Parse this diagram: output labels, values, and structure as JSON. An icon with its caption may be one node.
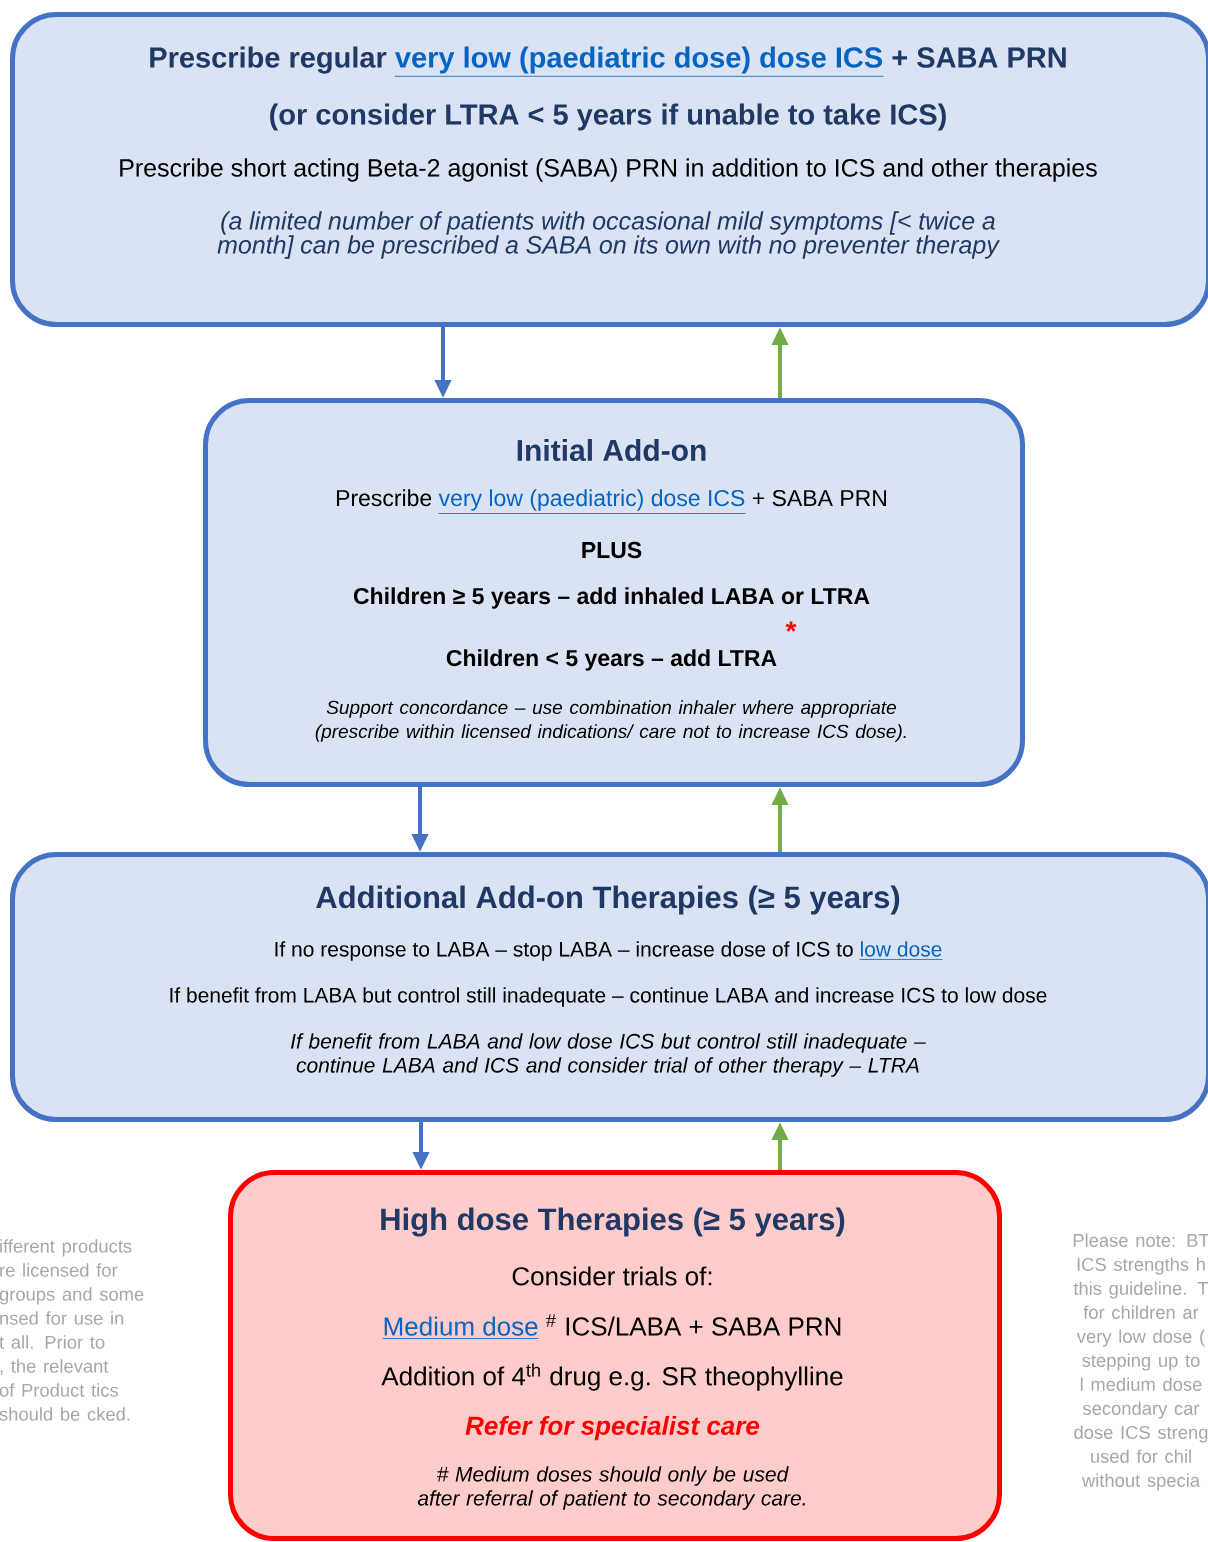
{
  "diagram": {
    "nodes": [
      {
        "text": [
          "Prescribe regular",
          "very low (paediatric dose) dose ICS",
          "+ SABA PRN",
          "(or consider LTRA < 5 years if unable to take ICS)",
          "Prescribe short acting Beta-2 agonist (SABA) PRN in addition to ICS and other therapies",
          "(a limited number of patients with occasional mild symptoms [< twice a month] can be prescribed a SABA on its own with no preventer therapy"
        ]
      },
      {
        "text": [
          "Initial Add-on",
          "Prescribe",
          "very low (paediatric) dose ICS",
          "+ SABA PRN",
          "PLUS",
          "Children ≥ 5 years – add inhaled LABA or LTRA",
          "Children < 5 years – add LTRA",
          "Support concordance – use combination inhaler where appropriate (prescribe within licensed indications/ care not to increase ICS dose)."
        ]
      },
      {
        "text": [
          "Additional Add-on Therapies (≥ 5 years)",
          "If no response to LABA – stop LABA – increase dose of ICS to",
          "low dose",
          "If benefit from LABA but control still inadequate – continue LABA and increase ICS to low dose",
          "If benefit from LABA and low dose ICS but control still inadequate – continue LABA and ICS and consider trial of other therapy – LTRA"
        ]
      },
      {
        "text": [
          "High dose Therapies (≥ 5 years)",
          "Consider trials of:",
          "Medium dose",
          "$^{#}$ ICS/LABA + SABA PRN",
          "Addition of 4$^{th}$ drug e.g. SR theophylline",
          "Refer for specialist care",
          "# Medium doses should only be used after referral of patient to secondary care."
        ]
      }
    ],
    "edges": [
      {
        "from": 0,
        "to": 1,
        "arrow": "to",
        "color": "#4472c4"
      },
      {
        "from": 1,
        "to": 0,
        "arrow": "to",
        "color": "#70ad47"
      },
      {
        "from": 1,
        "to": 2,
        "arrow": "to",
        "color": "#4472c4"
      },
      {
        "from": 2,
        "to": 1,
        "arrow": "to",
        "color": "#70ad47"
      },
      {
        "from": 2,
        "to": 3,
        "arrow": "to",
        "color": "#4472c4"
      },
      {
        "from": 3,
        "to": 2,
        "arrow": "to",
        "color": "#70ad47"
      }
    ],
    "labels": [
      "*",
      "ifferent products re licensed for groups and some nsed for use in t all.  Prior to , the relevant of Product tics should be cked.",
      "Please note: BT ICS strengths h this guideline. T for children ar very low dose ( stepping up to l medium dose secondary car dose ICS streng used for chil without specia"
    ]
  }
}
